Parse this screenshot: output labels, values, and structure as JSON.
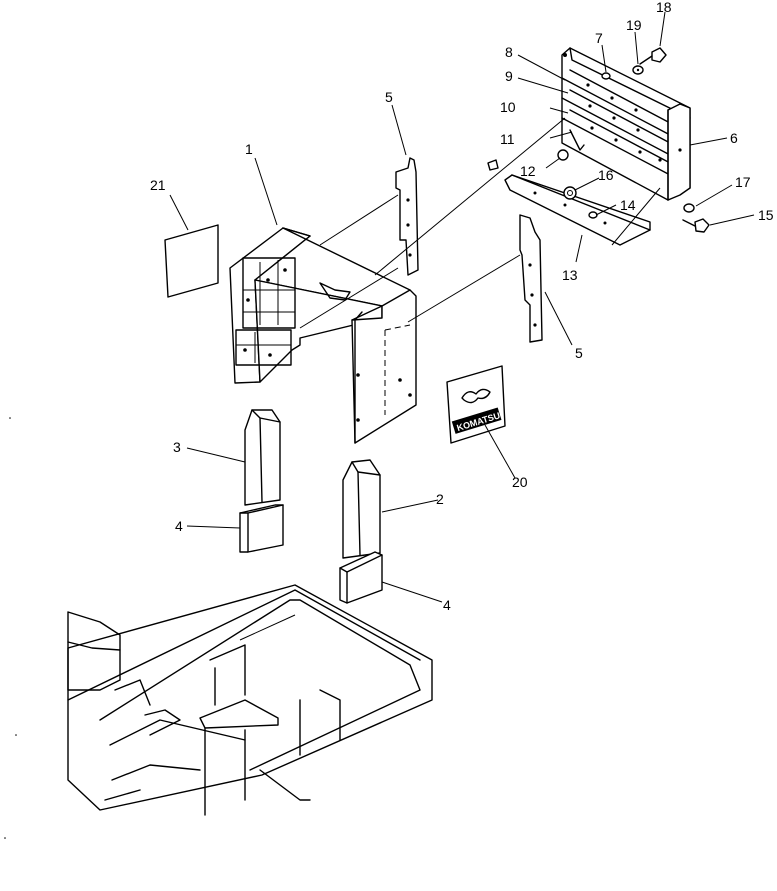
{
  "diagram": {
    "callouts": [
      {
        "id": "1",
        "label": "1"
      },
      {
        "id": "2",
        "label": "2"
      },
      {
        "id": "3",
        "label": "3"
      },
      {
        "id": "4a",
        "label": "4"
      },
      {
        "id": "4b",
        "label": "4"
      },
      {
        "id": "5a",
        "label": "5"
      },
      {
        "id": "5b",
        "label": "5"
      },
      {
        "id": "6",
        "label": "6"
      },
      {
        "id": "7",
        "label": "7"
      },
      {
        "id": "8",
        "label": "8"
      },
      {
        "id": "9",
        "label": "9"
      },
      {
        "id": "10",
        "label": "10"
      },
      {
        "id": "11",
        "label": "11"
      },
      {
        "id": "12",
        "label": "12"
      },
      {
        "id": "13",
        "label": "13"
      },
      {
        "id": "14",
        "label": "14"
      },
      {
        "id": "15",
        "label": "15"
      },
      {
        "id": "16",
        "label": "16"
      },
      {
        "id": "17",
        "label": "17"
      },
      {
        "id": "18",
        "label": "18"
      },
      {
        "id": "19",
        "label": "19"
      },
      {
        "id": "20",
        "label": "20"
      },
      {
        "id": "21",
        "label": "21"
      }
    ],
    "nameplate_text": "KOMATSU",
    "line_color": "#000000",
    "background_color": "#ffffff"
  }
}
